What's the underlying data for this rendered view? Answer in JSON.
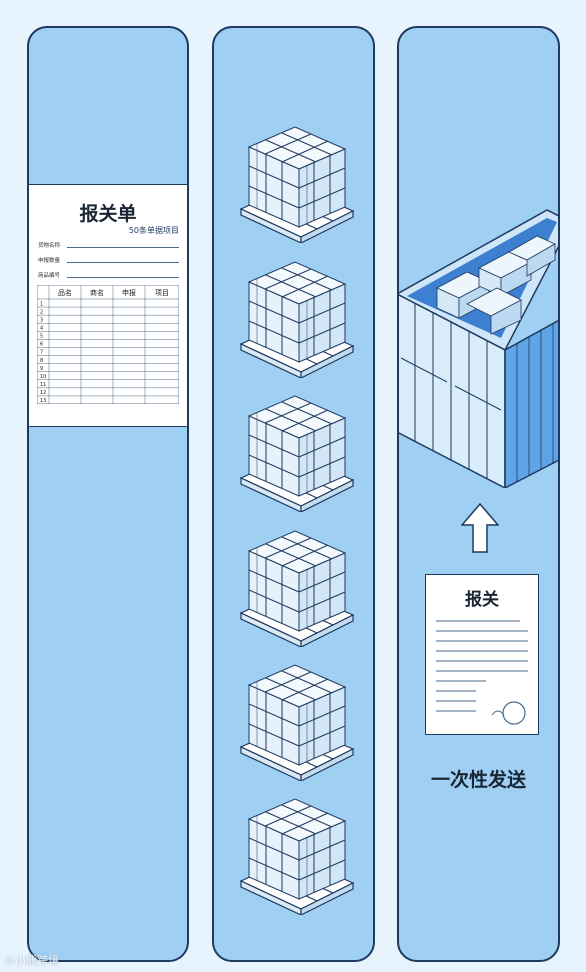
{
  "panel1": {
    "form": {
      "title": "报关单",
      "subtitle": "50条单据项目",
      "fields": [
        "货物名称",
        "申报数量",
        "商品编号"
      ],
      "columns": [
        "品名",
        "商名",
        "申报",
        "项目"
      ],
      "rows": [
        "1",
        "2",
        "3",
        "4",
        "5",
        "6",
        "7",
        "8",
        "9",
        "10",
        "11",
        "12",
        "13"
      ]
    }
  },
  "panel2": {
    "pallet_count": 6
  },
  "panel3": {
    "doc_title": "报关",
    "send_label": "一次性发送"
  },
  "watermark": "©小熊跨境",
  "colors": {
    "panel": "#9fd0f4",
    "border": "#1e3a5f",
    "background": "#e8f4fd"
  }
}
